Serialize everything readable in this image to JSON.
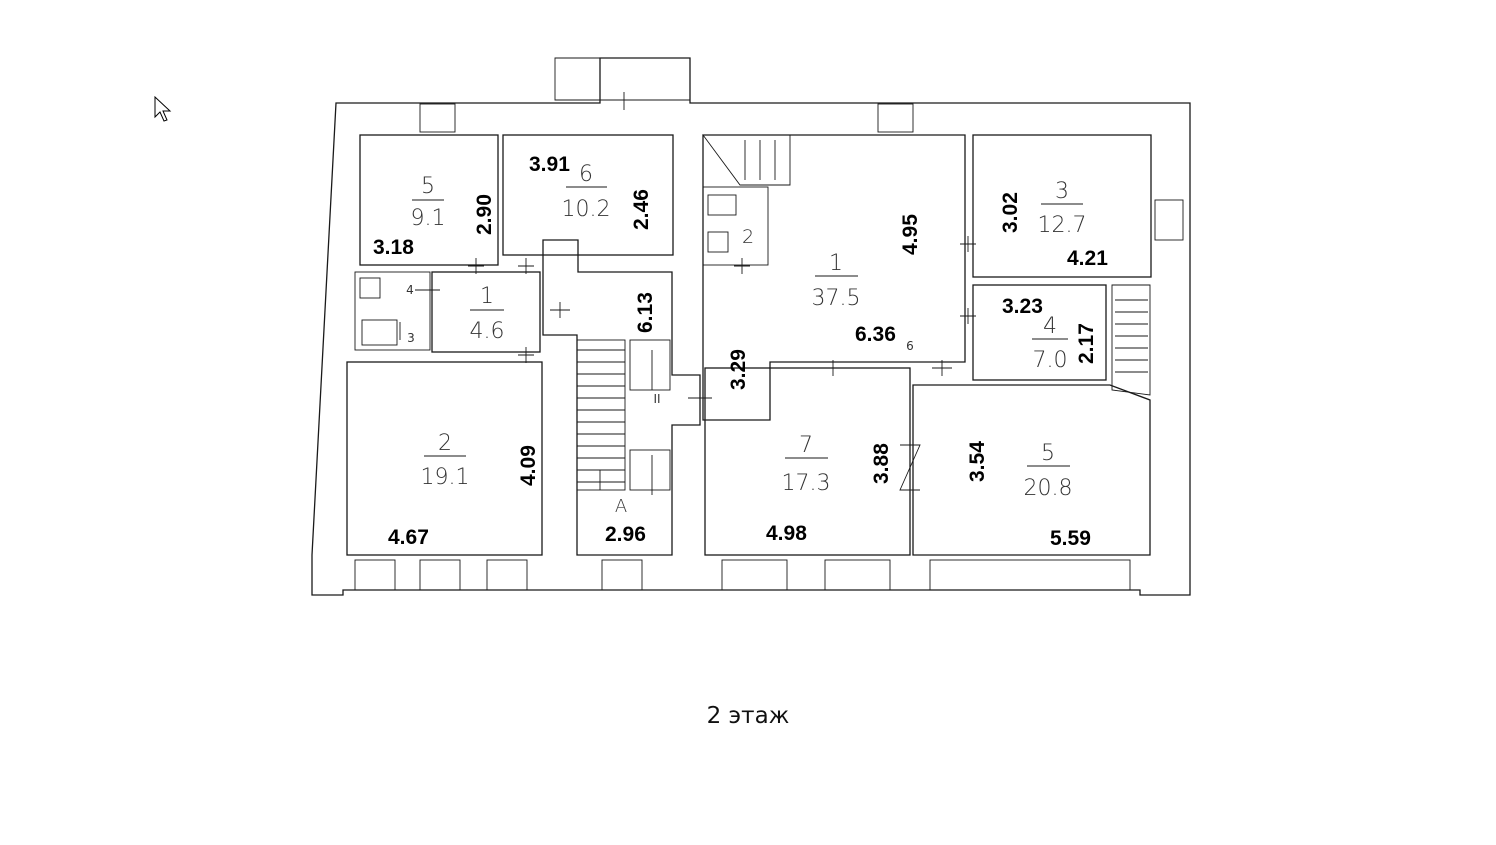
{
  "caption": "2 этаж",
  "rooms": [
    {
      "num": "5",
      "area": "9.1"
    },
    {
      "num": "6",
      "area": "10.2"
    },
    {
      "num": "1",
      "area": "4.6"
    },
    {
      "num": "2",
      "area": "19.1"
    },
    {
      "num": "1",
      "area": "37.5"
    },
    {
      "num": "3",
      "area": "12.7"
    },
    {
      "num": "4",
      "area": "7.0"
    },
    {
      "num": "7",
      "area": "17.3"
    },
    {
      "num": "5",
      "area": "20.8"
    }
  ],
  "small_labels": [
    "4",
    "3",
    "2",
    "6",
    "II",
    "A"
  ],
  "dimensions": [
    "3.91",
    "2.90",
    "3.18",
    "2.46",
    "6.13",
    "4.09",
    "4.67",
    "2.96",
    "4.95",
    "3.29",
    "3.02",
    "4.21",
    "6.36",
    "3.23",
    "2.17",
    "3.88",
    "3.54",
    "4.98",
    "5.59"
  ]
}
